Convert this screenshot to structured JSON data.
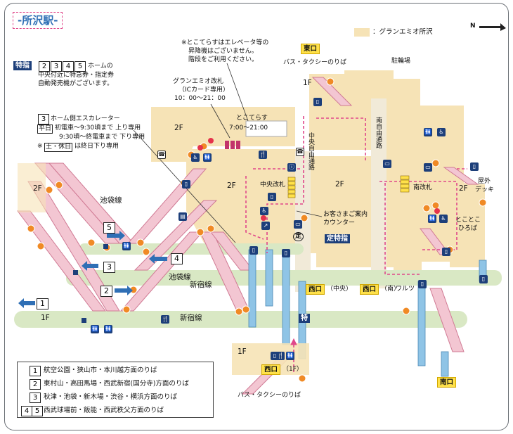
{
  "station_title": "-所沢駅-",
  "legend_area": "：グランエミオ所沢",
  "north_label": "N",
  "colors": {
    "platform_green": "#d9e8c4",
    "concourse": "#f6e3b6",
    "escalator_pink": "#f2b5c4",
    "stairs_pink": "#f3c6d2",
    "elevator_blue": "#8fc4e6",
    "route_dash": "#e0478a",
    "frame": "#6b7076"
  },
  "notice_elevator": [
    "※とこてらすはエレベータ等の",
    "昇降機はございません。",
    "階段をご利用ください。"
  ],
  "notice_ticket": {
    "badge": "特指",
    "platforms": [
      "2",
      "3",
      "4",
      "5"
    ],
    "lines": [
      "ホームの",
      "中央付近に特急券・指定券",
      "自動発売機がございます。"
    ]
  },
  "notice_escalator": {
    "num": "3",
    "title": "ホーム側エスカレーター",
    "weekday_label": "平日",
    "weekday_line1": "初電車～9:30頃まで 上り専用",
    "weekday_line2": "9:30頃～終電車まで 下り専用",
    "holiday_prefix": "※",
    "holiday_label": "土・休日",
    "holiday_text": "は終日下り専用"
  },
  "gate_info": [
    "グランエミオ改札",
    "（ICカード専用）",
    "10：00～21：00"
  ],
  "tokoterasu": [
    "とこてらす",
    "7:00～21:00"
  ],
  "exits": {
    "east": "東口",
    "west_center": "西口",
    "west_center_sub": "（中央）",
    "west_south": "西口",
    "west_south_sub": "（南）",
    "south": "南口",
    "west_1f": "西口",
    "west_1f_sub": "（1F）"
  },
  "labels": {
    "bus_taxi_top": "バス・タクシーのりば",
    "bike_parking": "駐輪場",
    "floor_1f_a": "1F",
    "floor_2f_a": "2F",
    "floor_2f_b": "2F",
    "floor_2f_c": "2F",
    "floor_2f_d": "2F",
    "floor_1f_b": "1F",
    "floor_1f_c": "1F",
    "center_passage": "中央自由通路",
    "south_passage": "南自由通路",
    "center_gate": "中央改札",
    "south_gate": "南改札",
    "ikebukuro_line_a": "池袋線",
    "ikebukuro_line_b": "池袋線",
    "shinjuku_line_a": "新宿線",
    "shinjuku_line_b": "新宿線",
    "info_counter": [
      "お客さまご案内",
      "カウンター"
    ],
    "tokutei": "定特指",
    "outdoor_deck": [
      "屋外",
      "デッキ"
    ],
    "tokotoko_hiroba": [
      "とことこ",
      "ひろば"
    ],
    "waltz": "ワルツ",
    "toku": "特",
    "bus_taxi_bottom": "バス・タクシーのりば",
    "tei_mark": "定"
  },
  "platform_numbers": [
    "5",
    "4",
    "3",
    "2",
    "1"
  ],
  "destinations": [
    {
      "num": "1",
      "text": "航空公園・狭山市・本川越方面のりば"
    },
    {
      "num": "2",
      "text": "東村山・高田馬場・西武新宿(国分寺)方面のりば"
    },
    {
      "num": "3",
      "text": "秋津・池袋・新木場・渋谷・横浜方面のりば"
    },
    {
      "num": "4",
      "num2": "5",
      "text": "西武球場前・飯能・西武秩父方面のりば"
    }
  ]
}
